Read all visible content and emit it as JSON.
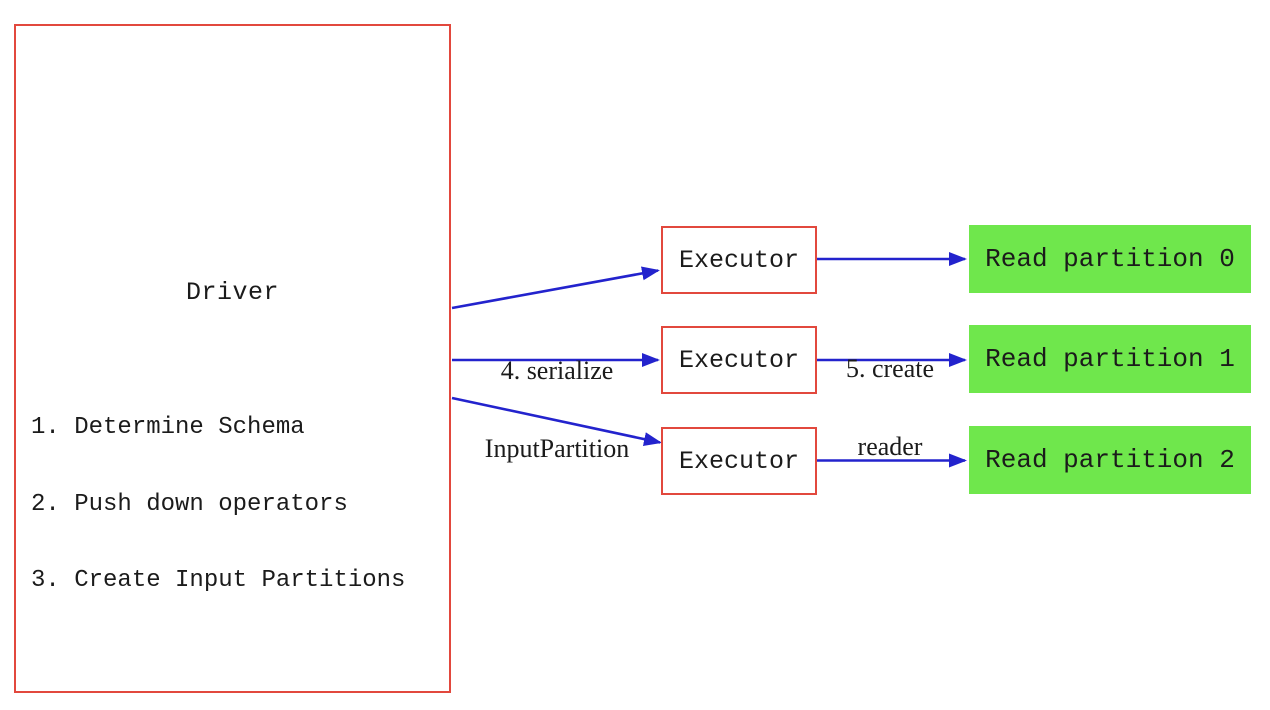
{
  "diagram": {
    "driver": {
      "title": "Driver",
      "steps": [
        "1. Determine Schema",
        "2. Push down operators",
        "3. Create Input Partitions"
      ]
    },
    "executors": [
      {
        "label": "Executor"
      },
      {
        "label": "Executor"
      },
      {
        "label": "Executor"
      }
    ],
    "partitions": [
      {
        "label": "Read partition 0"
      },
      {
        "label": "Read partition 1"
      },
      {
        "label": "Read partition 2"
      }
    ],
    "edge_labels": {
      "serialize": {
        "line1": "4. serialize",
        "line2": "InputPartition"
      },
      "create_reader": {
        "line1": "5. create",
        "line2": "reader"
      }
    },
    "colors": {
      "box_border": "#e2483d",
      "arrow": "#2323cd",
      "partition_fill": "#6fe74c",
      "text": "#1b1b1b",
      "bg": "#ffffff"
    }
  }
}
